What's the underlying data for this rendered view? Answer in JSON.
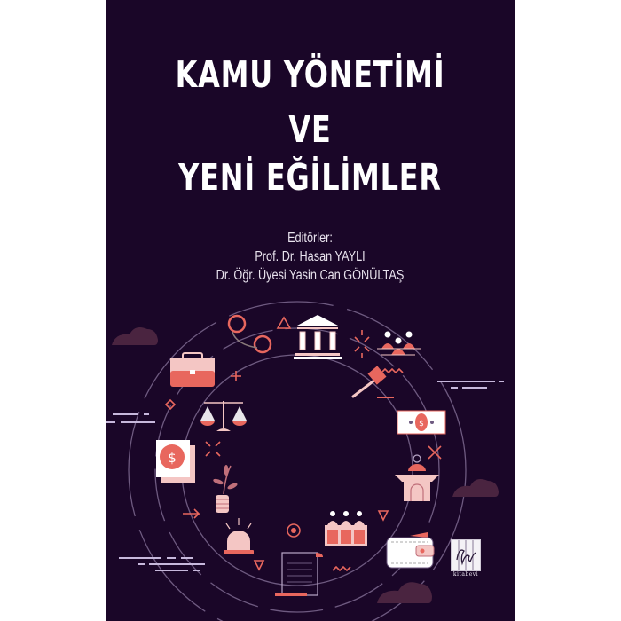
{
  "cover": {
    "title_line1": "KAMU YÖNETİMİ",
    "title_line2": "VE",
    "title_line3": "YENİ EĞİLİMLER",
    "editors_label": "Editörler:",
    "editor1": "Prof. Dr. Hasan YAYLI",
    "editor2": "Dr. Öğr. Üyesi Yasin Can GÖNÜLTAŞ",
    "publisher_logo_text": "kitabevi",
    "colors": {
      "background": "#1a0628",
      "accent_coral": "#e8675e",
      "accent_pink": "#f4c6c4",
      "line": "#6e5a80",
      "cloud": "#4a2440",
      "text": "#ffffff"
    },
    "icons": [
      "briefcase-icon",
      "handcuffs-icon",
      "courthouse-icon",
      "sparkle-icon",
      "group-people-icon",
      "gavel-icon",
      "scales-icon",
      "banknote-icon",
      "invoice-dollar-icon",
      "podium-icon",
      "plant-coins-icon",
      "jury-box-icon",
      "siren-icon",
      "scroll-icon",
      "wallet-icon",
      "target-icon"
    ]
  }
}
